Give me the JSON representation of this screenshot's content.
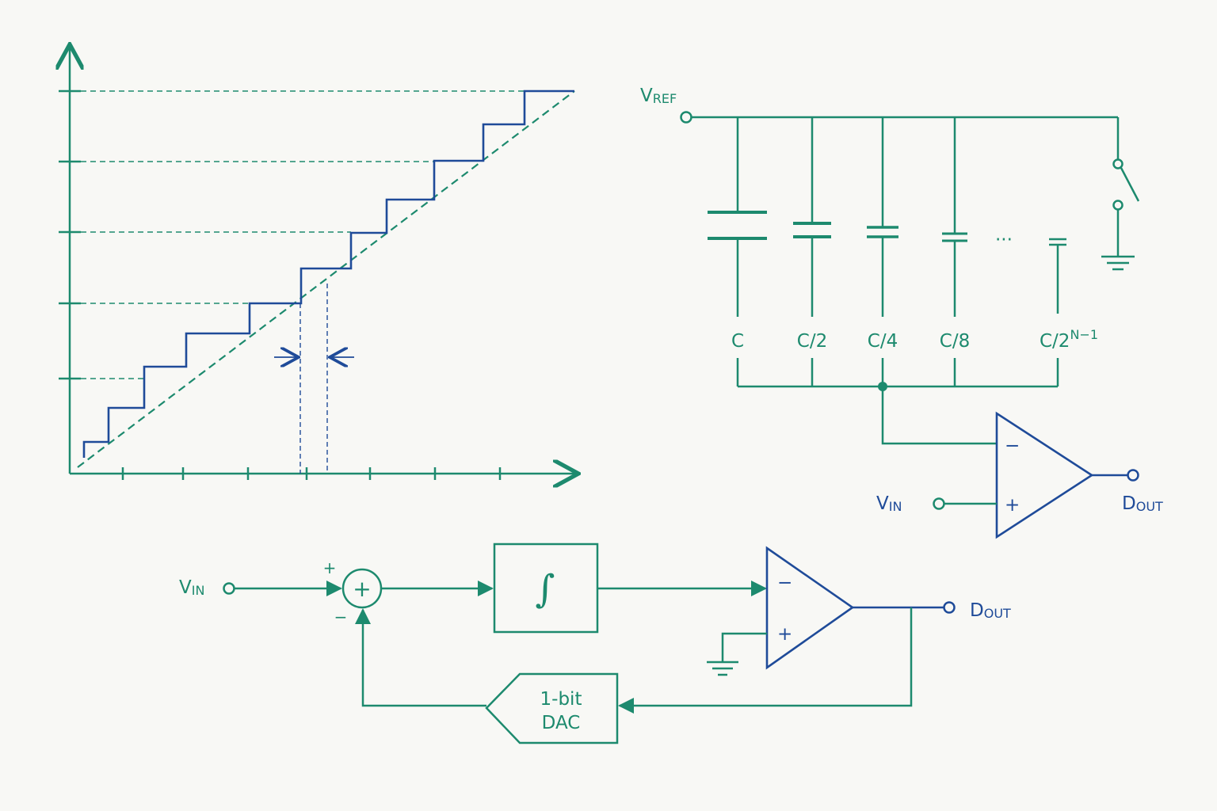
{
  "colors": {
    "teal": "#1d8a6e",
    "blue": "#1f4b99",
    "background": "#f8f8f5"
  },
  "sar": {
    "vref_main": "V",
    "vref_sub": "REF",
    "cap_labels": [
      "C",
      "C/2",
      "C/4",
      "C/8"
    ],
    "ellipsis": "···",
    "last_cap_main": "C/2",
    "last_cap_sup": "N−1",
    "comparator_minus": "−",
    "comparator_plus": "+",
    "vin_main": "V",
    "vin_sub": "IN",
    "dout_main": "D",
    "dout_sub": "OUT"
  },
  "sigma_delta": {
    "vin_main": "V",
    "vin_sub": "IN",
    "sum_plus_sign": "+",
    "sum_minus_sign": "−",
    "sum_symbol": "+",
    "integrator_symbol": "∫",
    "comparator_minus": "−",
    "comparator_plus": "+",
    "dout_main": "D",
    "dout_sub": "OUT",
    "dac_line1": "1-bit",
    "dac_line2": "DAC"
  },
  "transfer": {
    "icons": [
      "up-arrow-icon",
      "right-arrow-icon"
    ],
    "step_count": 11,
    "y_levels": 5,
    "x_ticks": 7
  }
}
